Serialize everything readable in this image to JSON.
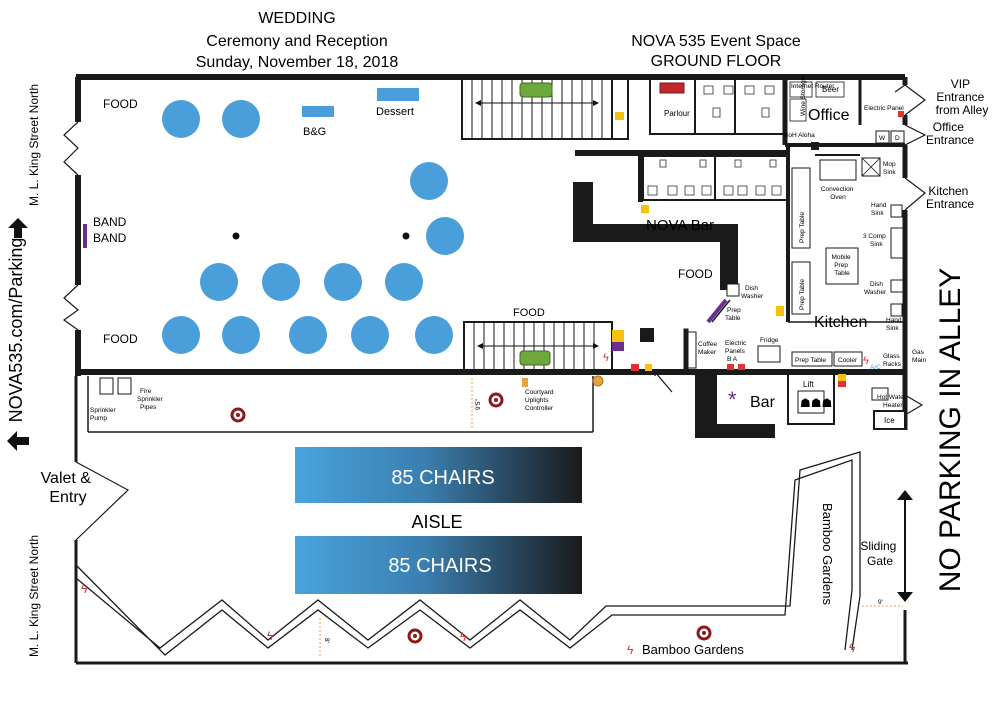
{
  "header": {
    "event_line1": "WEDDING",
    "event_line2": "Ceremony and Reception",
    "event_date": "Sunday, November 18, 2018",
    "venue_line1": "NOVA 535 Event Space",
    "venue_line2": "GROUND FLOOR"
  },
  "streets": {
    "left_upper": "M. L. King Street North",
    "left_lower": "M. L. King Street North",
    "parking": "NOVA535.com/Parking",
    "alley": "NO PARKING IN ALLEY"
  },
  "labels": {
    "food_top_left": "FOOD",
    "food_bottom_left": "FOOD",
    "band1": "BAND",
    "band2": "BAND",
    "bg": "B&G",
    "dessert": "Dessert",
    "food_stairs": "FOOD",
    "food_bar": "FOOD",
    "nova_bar": "NOVA Bar",
    "parlour": "Parlour",
    "office": "Office",
    "internet_router": "Internet Router",
    "wine_storage": "Wine Storage",
    "beer": "Beer",
    "electric_panel": "Electric Panel",
    "boh_aloha": "BoH Aloha",
    "w": "W",
    "d": "D",
    "vip": [
      "VIP",
      "Entrance",
      "from Alley"
    ],
    "office_entrance": [
      "Office",
      "Entrance"
    ],
    "kitchen_entrance": [
      "Kitchen",
      "Entrance"
    ],
    "mop_sink": [
      "Mop",
      "Sink"
    ],
    "convection_oven": [
      "Convection",
      "Oven"
    ],
    "prep_table": "Prep Table",
    "hand_sink": [
      "Hand",
      "Sink"
    ],
    "three_comp_sink": [
      "3 Comp",
      "Sink"
    ],
    "mobile_prep_table": [
      "Mobile",
      "Prep",
      "Table"
    ],
    "dish_washer": [
      "Dish",
      "Washer"
    ],
    "kitchen": "Kitchen",
    "prep_table_short": [
      "Prep",
      "Table"
    ],
    "coffee_maker": [
      "Coffee",
      "Maker"
    ],
    "electric_panels": [
      "Electric",
      "Panels",
      "B    A"
    ],
    "fridge": "Fridge",
    "cooler": "Cooler",
    "ac": "A/C",
    "glass_racks": [
      "Glass",
      "Racks"
    ],
    "gas_main": [
      "Gas",
      "Main"
    ],
    "bar": "Bar",
    "lift": "Lift",
    "hot_water_heater": [
      "Hot Water",
      "Heater"
    ],
    "ice": "Ice",
    "sprinkler_pump": [
      "Sprinkler",
      "Pump"
    ],
    "fire_sprinkler_pipes": [
      "Fire",
      "Sprinkler",
      "Pipes"
    ],
    "courtyard_controller": [
      "Courtyard",
      "Uplights",
      "Controller"
    ],
    "dim_9_5": "9'5\"",
    "valet": [
      "Valet &",
      "Entry"
    ],
    "chairs_top": "85 CHAIRS",
    "aisle": "AISLE",
    "chairs_bottom": "85 CHAIRS",
    "bamboo_right": "Bamboo Gardens",
    "bamboo_bottom": "Bamboo Gardens",
    "sliding_gate": [
      "Sliding",
      "Gate"
    ],
    "dim_9": "9'",
    "dim_8": "8'"
  },
  "colors": {
    "table_blue": "#4a9fda",
    "wall": "#1a1a1a",
    "chair_gradient_start": "#4aa3dd",
    "chair_gradient_end": "#1a1a1a",
    "accent_red": "#e23131",
    "accent_yellow": "#f4c20d",
    "accent_purple": "#6a2d91",
    "accent_green": "#6ea83c",
    "planter_red": "#8b1a1a",
    "dimension_orange": "#e8a33c"
  }
}
